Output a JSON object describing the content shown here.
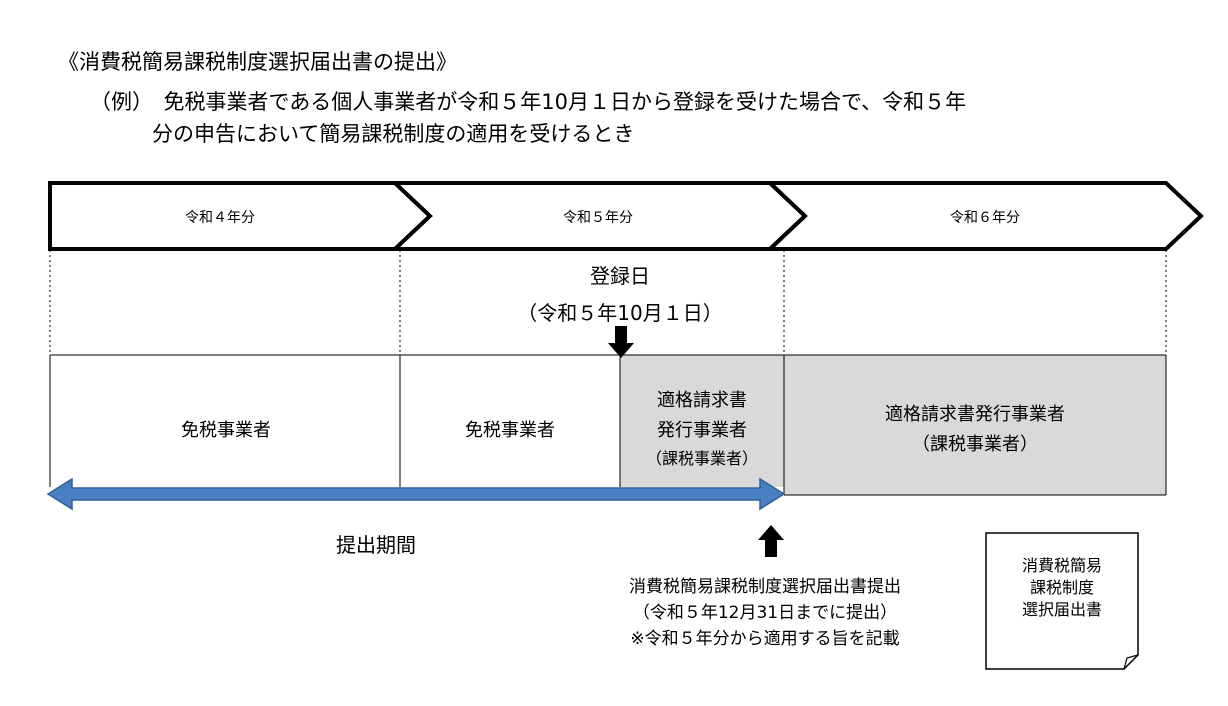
{
  "heading": "《消費税簡易課税制度選択届出書の提出》",
  "example": {
    "line1": "（例）　免税事業者である個人事業者が令和５年10月１日から登録を受けた場合で、令和５年",
    "line2": "分の申告において簡易課税制度の適用を受けるとき"
  },
  "timeline": {
    "years": [
      "令和４年分",
      "令和５年分",
      "令和６年分"
    ]
  },
  "registration": {
    "title": "登録日",
    "date": "（令和５年10月１日）"
  },
  "status": {
    "exempt_1": "免税事業者",
    "exempt_2": "免税事業者",
    "qualified_short": [
      "適格請求書",
      "発行事業者",
      "（課税事業者）"
    ],
    "qualified_long": [
      "適格請求書発行事業者",
      "（課税事業者）"
    ]
  },
  "period_label": "提出期間",
  "filing": {
    "line1": "消費税簡易課税制度選択届出書提出",
    "line2": "（令和５年12月31日までに提出）",
    "line3": "※令和５年分から適用する旨を記載"
  },
  "document": {
    "lines": [
      "消費税簡易",
      "課税制度",
      "選択届出書"
    ]
  },
  "colors": {
    "shaded_cell": "#d9d9d9",
    "period_arrow": "#4a7fc1",
    "period_arrow_border": "#2e5f99",
    "stroke": "#000000"
  }
}
